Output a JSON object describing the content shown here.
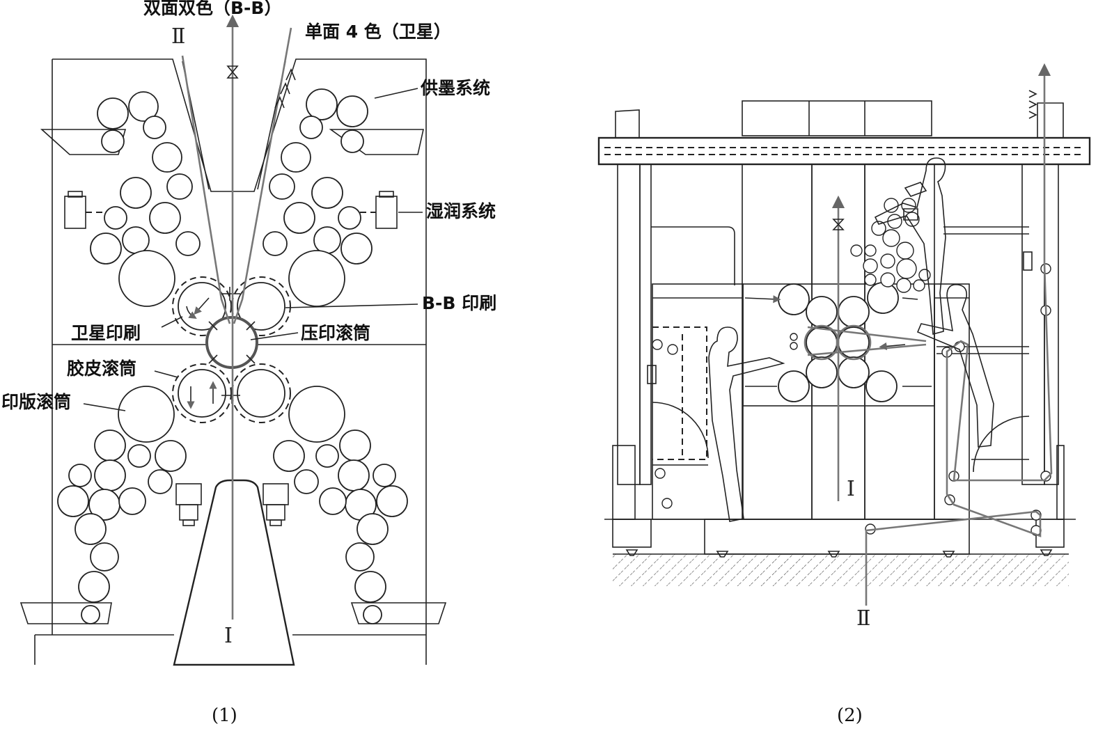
{
  "diagram1": {
    "labels": {
      "top_double": "双面双色（B-B）",
      "top_single": "单面 4 色（卫星）",
      "ink_system": "供墨系统",
      "damping_system": "湿润系统",
      "bb_printing": "B-B 印刷",
      "satellite_printing": "卫星印刷",
      "impression_cylinder": "压印滚筒",
      "blanket_cylinder": "胶皮滚筒",
      "plate_cylinder": "印版滚筒"
    },
    "web_in": "Ⅰ",
    "web_top": "Ⅱ",
    "caption": "(1)"
  },
  "diagram2": {
    "web_in": "Ⅰ",
    "web_bottom": "Ⅱ",
    "caption": "(2)"
  }
}
